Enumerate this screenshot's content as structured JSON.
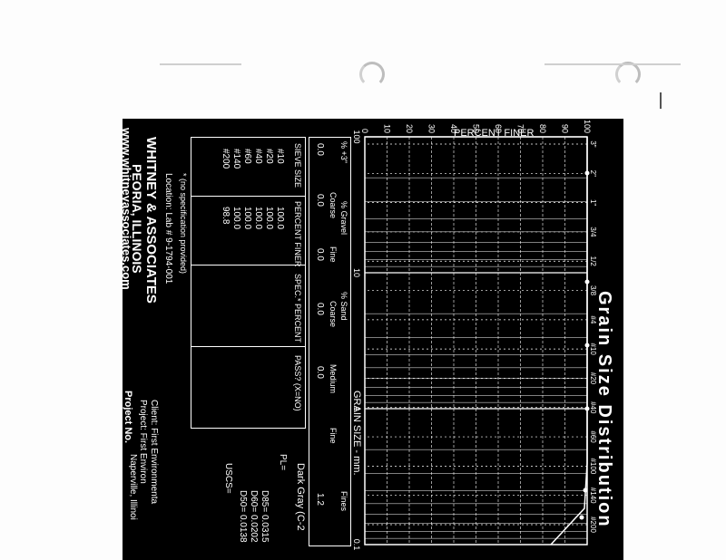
{
  "report": {
    "title": "Grain Size Distribution",
    "y_axis_label": "PERCENT FINER",
    "x_axis_label": "GRAIN SIZE - mm.",
    "y_ticks": [
      "100",
      "90",
      "80",
      "70",
      "60",
      "50",
      "40",
      "30",
      "20",
      "10",
      "0"
    ],
    "x_ticks_top": [
      "3\"",
      "2\"",
      "1\"",
      "3/4",
      "1/2",
      "3/8",
      "#4",
      "#10",
      "#20",
      "#40",
      "#60",
      "#100",
      "#140",
      "#200"
    ],
    "x_ticks_bottom": [
      "100",
      "10",
      "1",
      "0.1"
    ],
    "summary_headers": [
      "% +3\"",
      "% Gravel",
      "% Sand",
      "Fines"
    ],
    "summary_sub": [
      "Coarse",
      "Fine",
      "Coarse",
      "Medium",
      "Fine"
    ],
    "summary_values": [
      "0.0",
      "0.0",
      "0.0",
      "0.0",
      "0.0",
      "1.2"
    ]
  },
  "sieve_table": {
    "headers": [
      "SIEVE SIZE",
      "PERCENT FINER",
      "SPEC.* PERCENT",
      "PASS? (X=NO)"
    ],
    "rows": [
      [
        "#10",
        "100.0"
      ],
      [
        "#20",
        "100.0"
      ],
      [
        "#40",
        "100.0"
      ],
      [
        "#60",
        "100.0"
      ],
      [
        "#140",
        "100.0"
      ],
      [
        "#200",
        "98.8"
      ]
    ],
    "footnote": "* (no specification provided)"
  },
  "soil": {
    "description": "Dark Gray (C-2",
    "pl": "PL=",
    "d85": "D85= 0.0315",
    "d60": "D60= 0.0202",
    "d50": "D50= 0.0138",
    "uscs": "USCS="
  },
  "location": "Location: Lab # 9-1794-001",
  "company": {
    "name": "WHITNEY & ASSOCIATES",
    "city": "PEORIA, ILLINOIS",
    "web": "www.whitneyassociates.com"
  },
  "project": {
    "client": "Client: First Environmenta",
    "project": "Project: First Environ",
    "project2": "Naperville, Illinoi",
    "number": "Project No."
  }
}
